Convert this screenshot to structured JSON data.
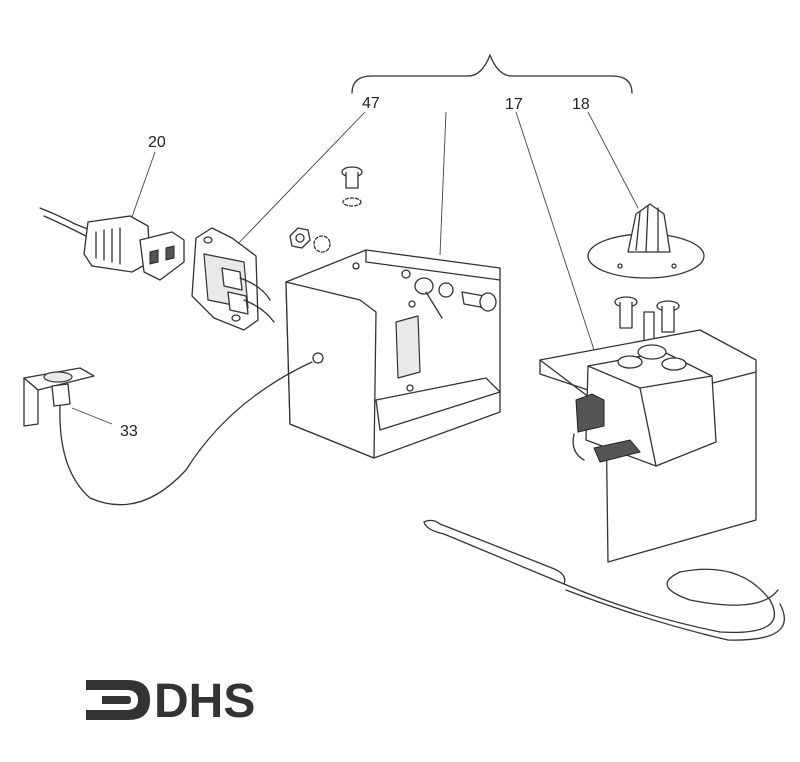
{
  "callouts": {
    "c47": "47",
    "c17": "17",
    "c18": "18",
    "c20": "20",
    "c33": "33"
  },
  "logo": {
    "text": "DHS",
    "color": "#333333"
  },
  "icons": [
    "power-plug-icon",
    "power-socket-icon",
    "screw-icon",
    "nut-icon",
    "thermostat-icon",
    "knob-icon",
    "capillary-bulb-icon",
    "indicator-lamp-icon",
    "dhs-logo-icon"
  ]
}
